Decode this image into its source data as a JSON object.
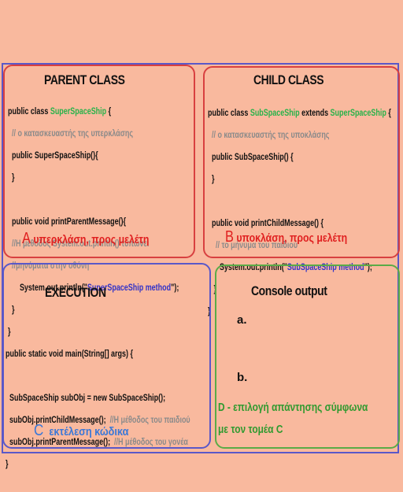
{
  "parent": {
    "title": "PARENT CLASS",
    "l1a": "public class ",
    "l1b": "SuperSpaceShip",
    "l1c": " {",
    "l2": "// ο κατασκευαστής της υπερκλάσης",
    "l3": "public SuperSpaceShip(){",
    "l4": "}",
    "l5": "public void printParentMessage(){",
    "l6": "//Η μέθοδος System.out.println() τυπώνει",
    "l7": "//μηνύματα στην οθόνη",
    "l8a": "System.out.println(\"",
    "l8b": "SuperSpaceShip method",
    "l8c": "\");",
    "l9": "}",
    "l10": "}",
    "letter": "A",
    "label": "υπερκλάση, προς μελέτη"
  },
  "child": {
    "title": "CHILD CLASS",
    "l1a": "public class ",
    "l1b": "SubSpaceShip",
    "l1c": " extends ",
    "l1d": "SuperSpaceShip",
    "l1e": " {",
    "l2": "// ο κατασκευαστής της υποκλάσης",
    "l3": "public SubSpaceShip() {",
    "l4": "}",
    "l5": "public void printChildMessage() {",
    "l6": "// το μήνυμα του παιδιού",
    "l7a": "System.out.println(\"",
    "l7b": "SubSpaceShip method",
    "l7c": "\");",
    "l8": "}",
    "l9": "}",
    "letter": "B",
    "label": "υποκλάση, προς μελέτη"
  },
  "execution": {
    "title": "EXECUTION",
    "l1": "public static void main(String[] args) {",
    "l2": "SubSpaceShip subObj = new SubSpaceShip();",
    "l3a": "subObj.printChildMessage();",
    "l3b": "  //Η μέθοδος του παιδιού",
    "l4a": "subObj.printParentMessage();",
    "l4b": "  //Η μέθοδος του γονέα",
    "l5": "}",
    "letter": "C",
    "label": "εκτέλεση κώδικα"
  },
  "console": {
    "title": "Console output",
    "a": "a.",
    "b": "b.",
    "label1": "D - επιλογή απάντησης σύμφωνα",
    "label2": "με τον τομέα C"
  },
  "colors": {
    "background": "#f9b99e",
    "red_border": "#d84040",
    "blue_border": "#5a58c8",
    "green_border": "#5bab47",
    "class_name": "#27b34a",
    "string": "#3232c8",
    "comment": "#8a8a8a"
  }
}
